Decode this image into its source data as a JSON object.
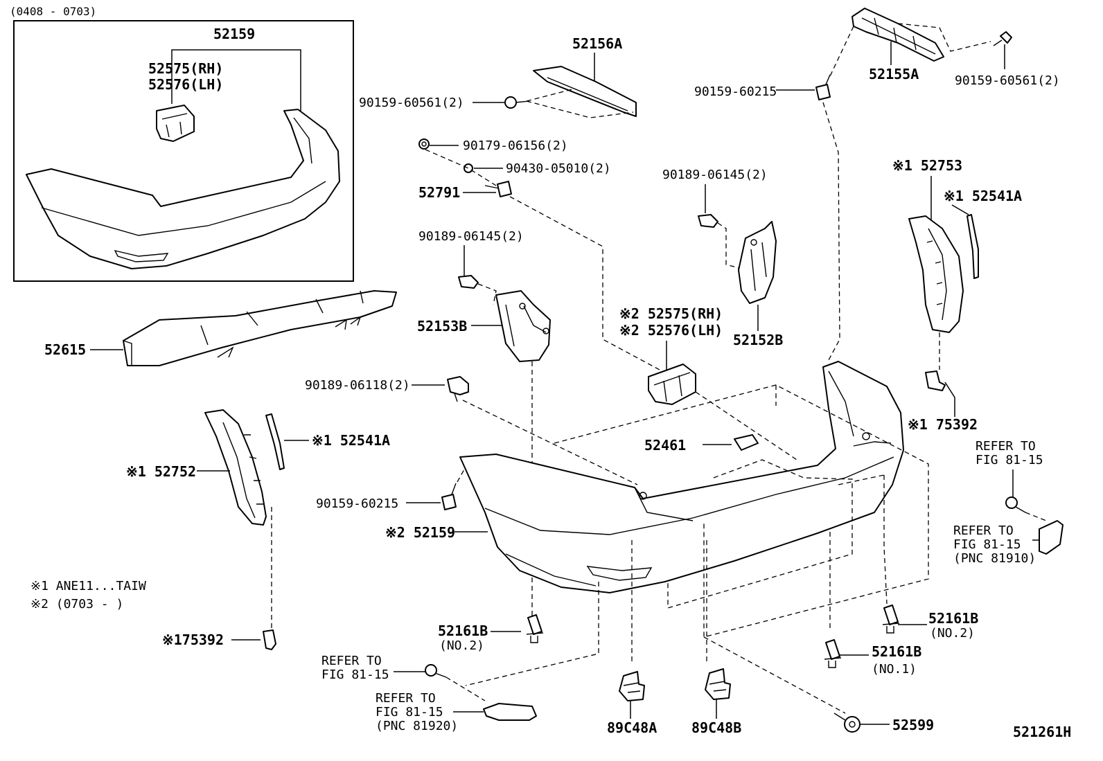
{
  "inset": {
    "date_range": "(0408 - 0703)",
    "assembly_label": "52159",
    "bracket_rh": "52575(RH)",
    "bracket_lh": "52576(LH)"
  },
  "labels": {
    "l_52615": "52615",
    "l_52156A": "52156A",
    "l_90159_60561_left": "90159-60561(2)",
    "l_90179_06156": "90179-06156(2)",
    "l_90430_05010": "90430-05010(2)",
    "l_52791": "52791",
    "l_90189_06145_a": "90189-06145(2)",
    "l_52153B": "52153B",
    "l_90189_06145_b": "90189-06145(2)",
    "l_52152B": "52152B",
    "l_52575_rh": "※2 52575(RH)",
    "l_52576_lh": "※2 52576(LH)",
    "l_90159_60215_top": "90159-60215",
    "l_52155A": "52155A",
    "l_90159_60561_right": "90159-60561(2)",
    "l_52753": "※1 52753",
    "l_52541A_right": "※1 52541A",
    "l_75392_right": "※1 75392",
    "l_90189_06118": "90189-06118(2)",
    "l_52541A_left": "※1 52541A",
    "l_52752": "※1 52752",
    "l_90159_60215_mid": "90159-60215",
    "l_52159_main": "※2  52159",
    "l_52461": "52461",
    "l_refer_right_1a": "REFER TO",
    "l_refer_right_1b": "FIG 81-15",
    "l_refer_right_2a": "REFER TO",
    "l_refer_right_2b": "FIG 81-15",
    "l_refer_right_2c": "(PNC 81910)",
    "l_52161B_left": "52161B",
    "l_no2_left": "(NO.2)",
    "l_52161B_right": "52161B",
    "l_no2_right": "(NO.2)",
    "l_52161B_no1": "52161B",
    "l_no1": "(NO.1)",
    "l_refer_left_1a": "REFER TO",
    "l_refer_left_1b": "FIG 81-15",
    "l_refer_left_2a": "REFER TO",
    "l_refer_left_2b": "FIG 81-15",
    "l_refer_left_2c": "(PNC 81920)",
    "l_89C48A": "89C48A",
    "l_89C48B": "89C48B",
    "l_52599": "52599",
    "l_75392_left": "※175392",
    "l_note1": "※1 ANE11...TAIW",
    "l_note2": "※2 (0703 -        )",
    "l_diagram_id": "521261H"
  }
}
